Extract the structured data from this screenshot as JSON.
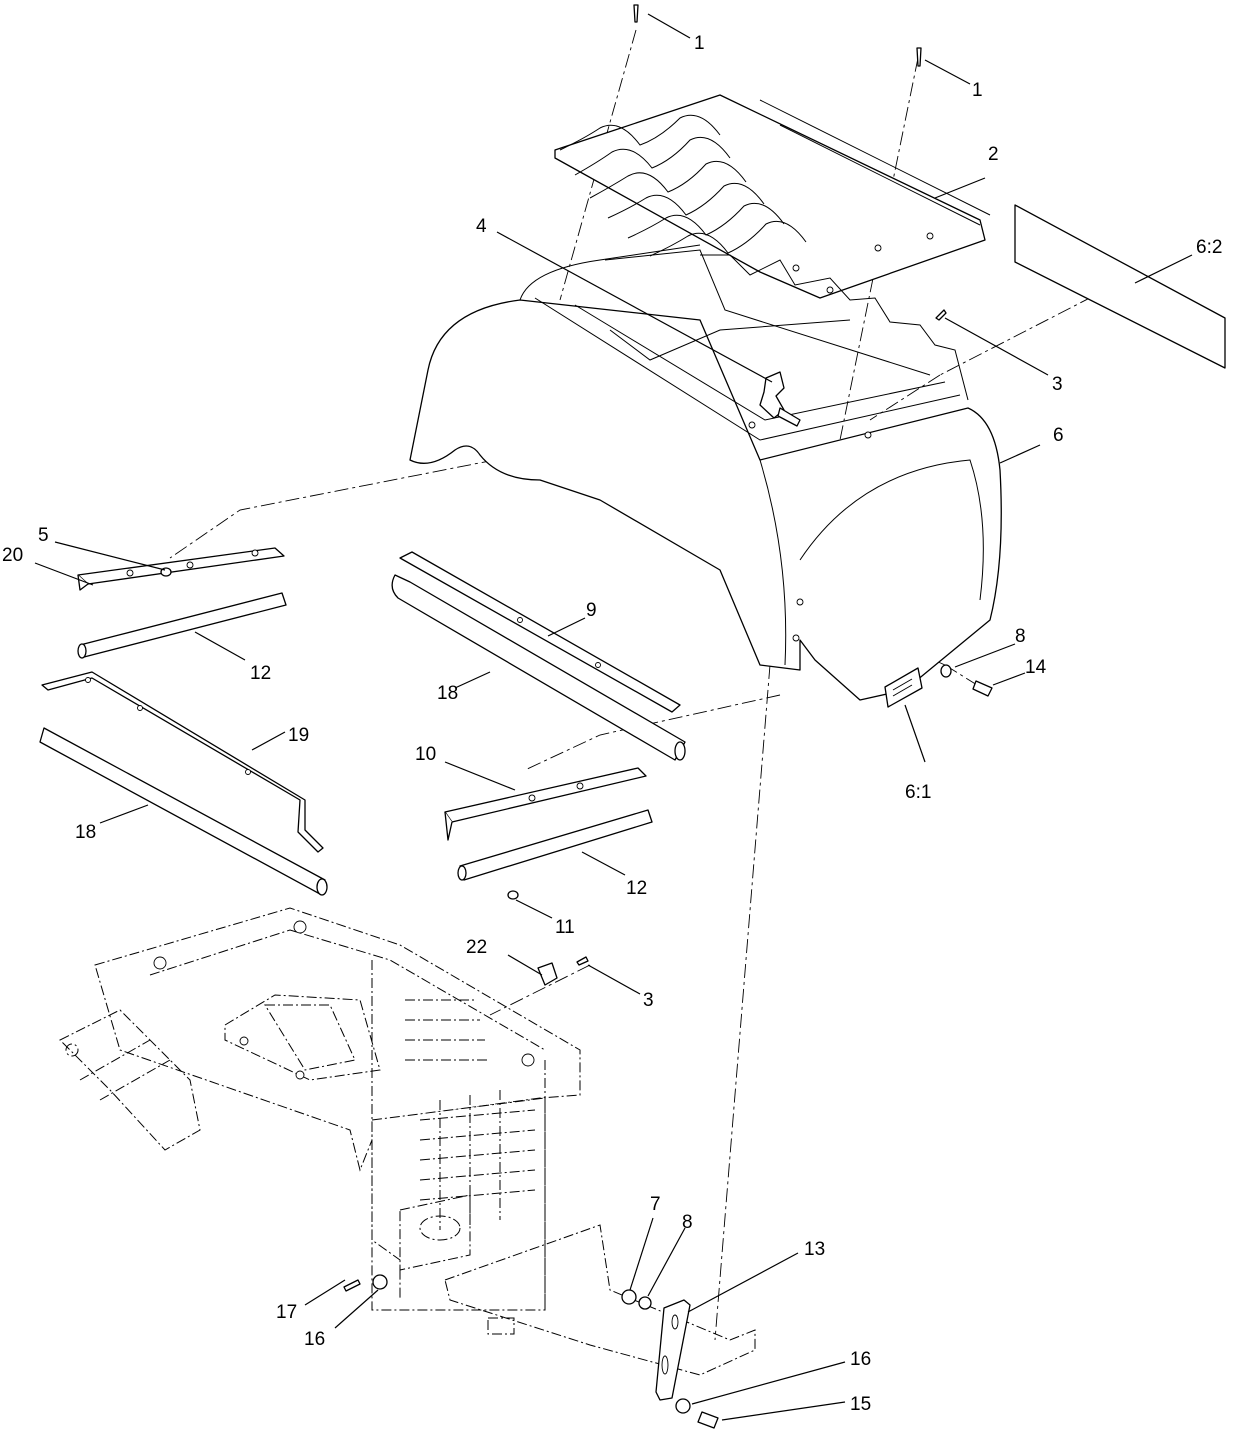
{
  "callouts": [
    {
      "id": "c1a",
      "text": "1"
    },
    {
      "id": "c1b",
      "text": "1"
    },
    {
      "id": "c2",
      "text": "2"
    },
    {
      "id": "c62",
      "text": "6:2"
    },
    {
      "id": "c4",
      "text": "4"
    },
    {
      "id": "c3a",
      "text": "3"
    },
    {
      "id": "c6",
      "text": "6"
    },
    {
      "id": "c5",
      "text": "5"
    },
    {
      "id": "c20",
      "text": "20"
    },
    {
      "id": "c12a",
      "text": "12"
    },
    {
      "id": "c9",
      "text": "9"
    },
    {
      "id": "c18a",
      "text": "18"
    },
    {
      "id": "c8a",
      "text": "8"
    },
    {
      "id": "c14",
      "text": "14"
    },
    {
      "id": "c19",
      "text": "19"
    },
    {
      "id": "c10",
      "text": "10"
    },
    {
      "id": "c61",
      "text": "6:1"
    },
    {
      "id": "c18b",
      "text": "18"
    },
    {
      "id": "c12b",
      "text": "12"
    },
    {
      "id": "c11",
      "text": "11"
    },
    {
      "id": "c22",
      "text": "22"
    },
    {
      "id": "c3b",
      "text": "3"
    },
    {
      "id": "c7",
      "text": "7"
    },
    {
      "id": "c8b",
      "text": "8"
    },
    {
      "id": "c13",
      "text": "13"
    },
    {
      "id": "c17",
      "text": "17"
    },
    {
      "id": "c16a",
      "text": "16"
    },
    {
      "id": "c16b",
      "text": "16"
    },
    {
      "id": "c15",
      "text": "15"
    }
  ]
}
